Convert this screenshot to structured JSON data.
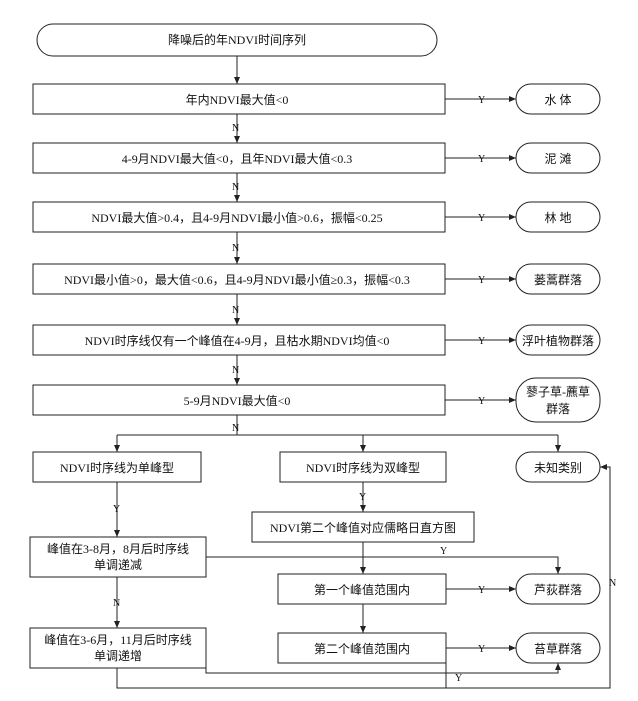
{
  "start": "降噪后的年NDVI时间序列",
  "decisions": {
    "d1": "年内NDVI最大值<0",
    "d2": "4-9月NDVI最大值<0，且年NDVI最大值<0.3",
    "d3": "NDVI最大值>0.4，且4-9月NDVI最小值>0.6，振幅<0.25",
    "d4": "NDVI最小值>0，最大值<0.6，且4-9月NDVI最小值≥0.3，振幅<0.3",
    "d5": "NDVI时序线仅有一个峰值在4-9月，且枯水期NDVI均值<0",
    "d6": "5-9月NDVI最大值<0",
    "single": "NDVI时序线为单峰型",
    "double": "NDVI时序线为双峰型",
    "hist": "NDVI第二个峰值对应儒略日直方图",
    "peak38_line1": "峰值在3-8月，8月后时序线",
    "peak38_line2": "单调递减",
    "peak36_line1": "峰值在3-6月，11月后时序线",
    "peak36_line2": "单调递增",
    "range1": "第一个峰值范围内",
    "range2": "第二个峰值范围内"
  },
  "results": {
    "water": "水 体",
    "mudflat": "泥 滩",
    "forest": "林 地",
    "artemisia": "蒌蒿群落",
    "floating": "浮叶植物群落",
    "polygonum_line1": "蓼子草-藨草",
    "polygonum_line2": "群落",
    "unknown": "未知类别",
    "reed": "芦荻群落",
    "carex": "苔草群落"
  },
  "labels": {
    "yes": "Y",
    "no": "N"
  }
}
